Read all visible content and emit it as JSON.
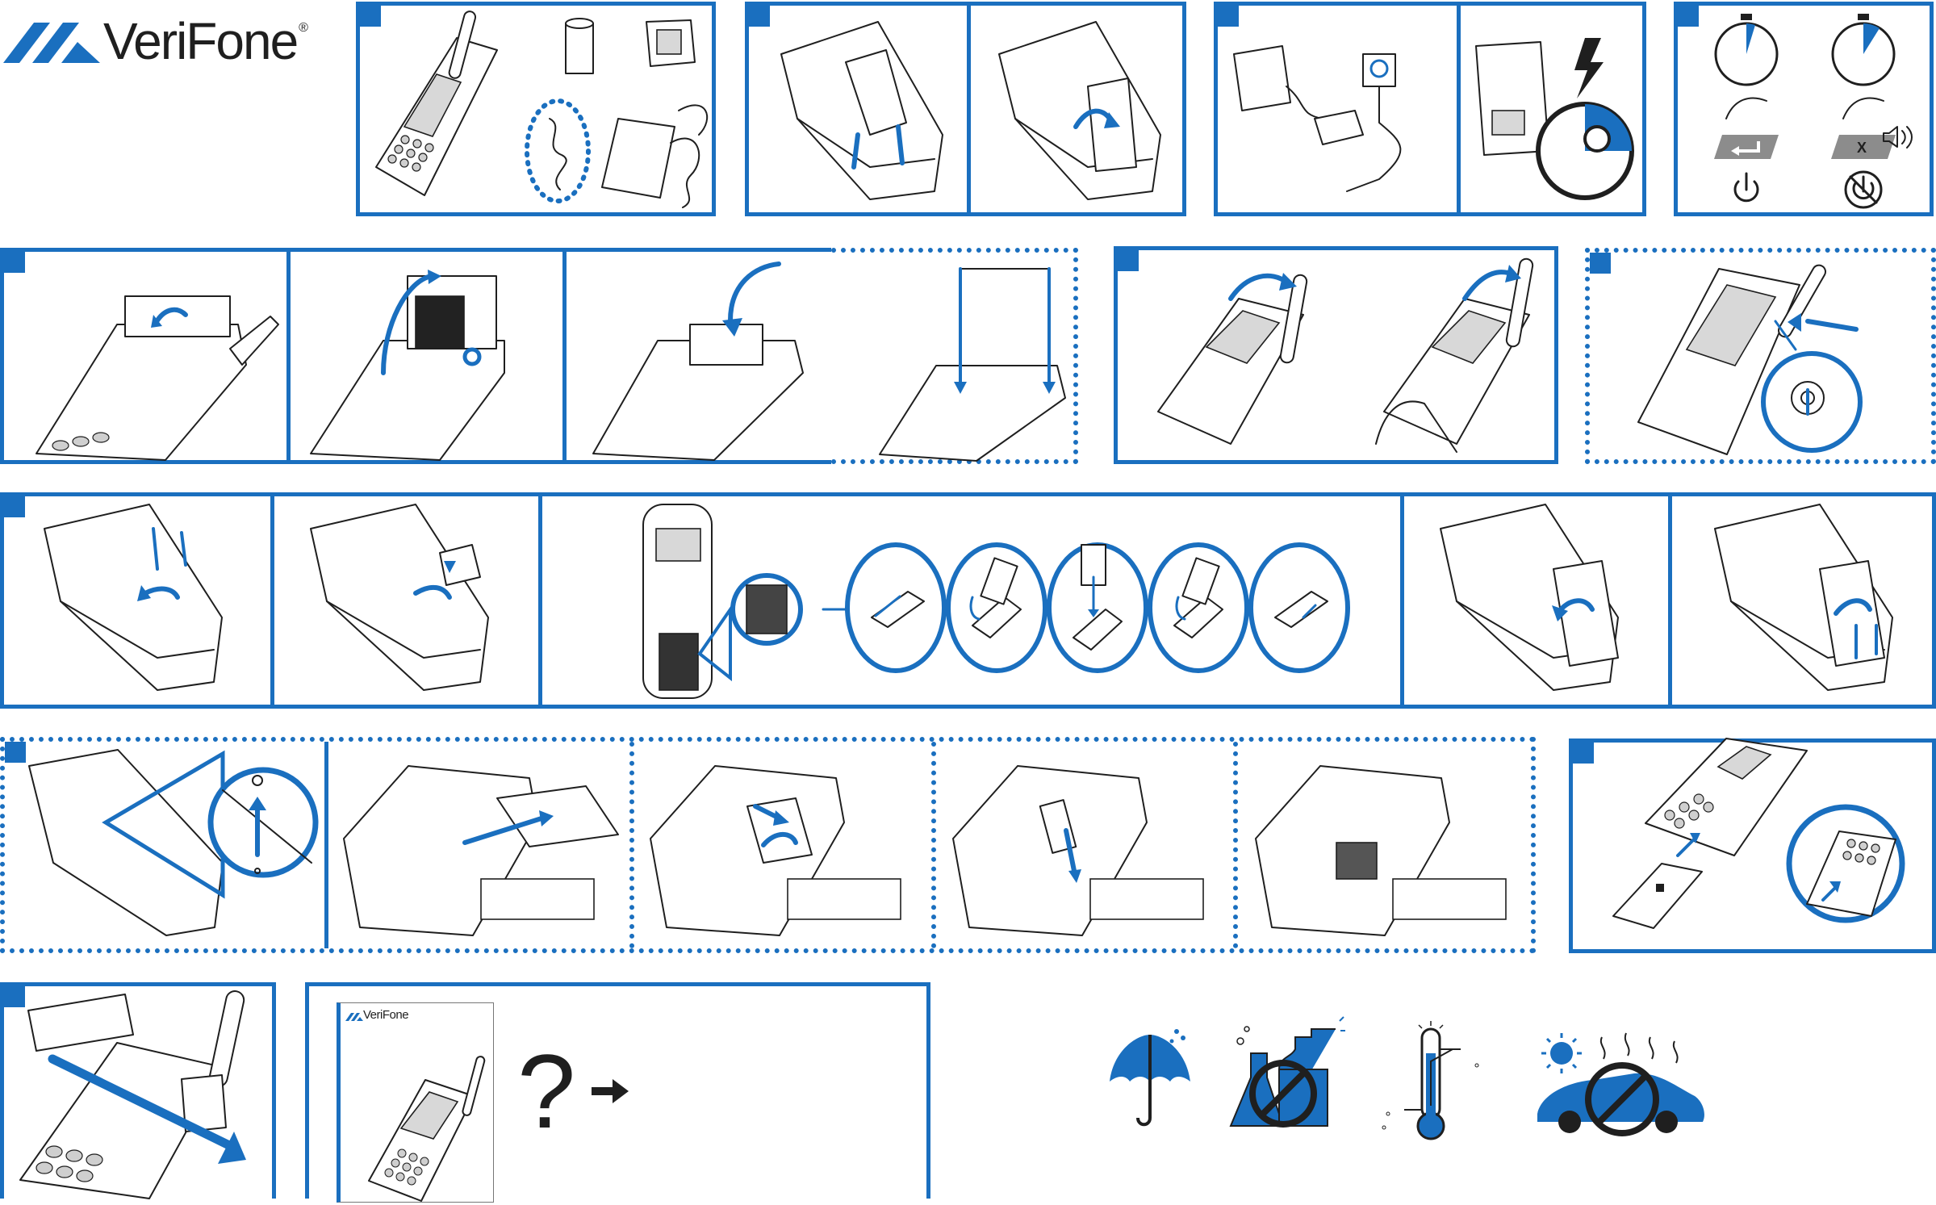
{
  "brand": {
    "name": "VeriFone",
    "registered_mark": "®"
  },
  "help_panel": {
    "cover_brand": "VeriFone",
    "question_mark": "?"
  },
  "power_panel": {
    "cancel_key_label": "X"
  },
  "colors": {
    "accent_blue": "#1a6fbf",
    "ink": "#1f1f1f",
    "background": "#ffffff"
  },
  "icons": {
    "box_contents": [
      "terminal-icon",
      "paper-roll-icon",
      "battery-pack-icon",
      "cable-icon",
      "power-adapter-icon"
    ],
    "power_on": [
      "stopwatch-icon",
      "enter-key-icon",
      "power-icon"
    ],
    "power_off": [
      "stopwatch-icon",
      "cancel-key-icon",
      "speaker-icon",
      "power-off-icon"
    ],
    "care_warnings": [
      "umbrella-rain-icon",
      "no-chemicals-icon",
      "thermometer-icon",
      "no-hot-car-icon"
    ]
  }
}
